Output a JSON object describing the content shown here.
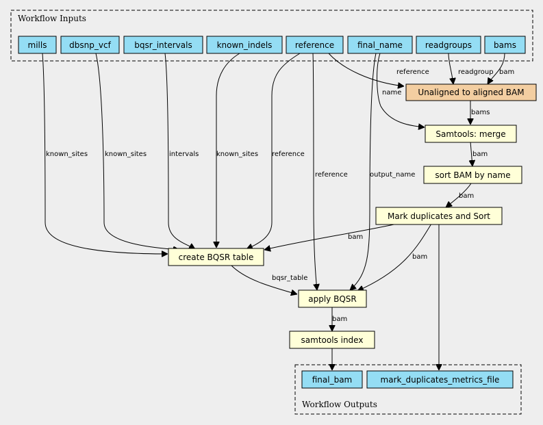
{
  "clusters": {
    "inputs_title": "Workflow Inputs",
    "outputs_title": "Workflow Outputs"
  },
  "inputs": {
    "mills": "mills",
    "dbsnp_vcf": "dbsnp_vcf",
    "bqsr_intervals": "bqsr_intervals",
    "known_indels": "known_indels",
    "reference": "reference",
    "final_name": "final_name",
    "readgroups": "readgroups",
    "bams": "bams"
  },
  "steps": {
    "unaligned": "Unaligned to aligned BAM",
    "merge": "Samtools: merge",
    "sort": "sort BAM by name",
    "markdup": "Mark duplicates and Sort",
    "bqsr_table": "create BQSR table",
    "apply_bqsr": "apply BQSR",
    "index": "samtools index"
  },
  "outputs": {
    "final_bam": "final_bam",
    "metrics": "mark_duplicates_metrics_file"
  },
  "edge_labels": {
    "mills_known_sites": "known_sites",
    "dbsnp_known_sites": "known_sites",
    "intervals": "intervals",
    "indels_known_sites": "known_sites",
    "ref_to_table": "reference",
    "ref_to_apply": "reference",
    "output_name": "output_name",
    "ref_to_unaligned": "reference",
    "name": "name",
    "readgroup": "readgroup",
    "bam_to_unaligned": "bam",
    "bams": "bams",
    "merge_bam": "bam",
    "sort_bam": "bam",
    "markdup_to_table": "bam",
    "markdup_to_apply": "bam",
    "bqsr_table": "bqsr_table",
    "apply_bam": "bam"
  },
  "colors": {
    "background": "#eeeeee",
    "input_node": "#94ddf4",
    "step_node": "#ffffd8",
    "subworkflow_node": "#f3cea1"
  }
}
